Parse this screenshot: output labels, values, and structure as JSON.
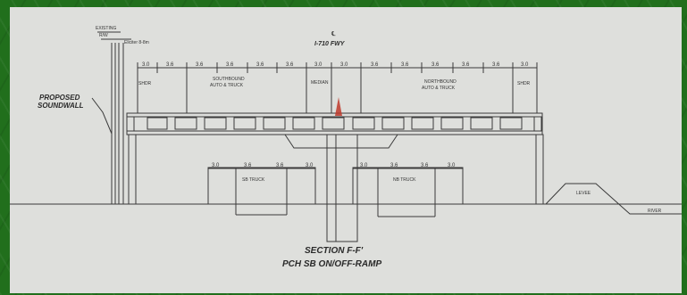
{
  "drawing": {
    "top_note_1": "EXISTING",
    "top_note_2": "R/W",
    "top_note_3": "Eliciter 8-8m",
    "centerline_symbol": "℄",
    "freeway_label": "I-710 FWY",
    "wall_label_1": "PROPOSED",
    "wall_label_2": "SOUNDWALL",
    "upper_dims": [
      "3.0",
      "3.6",
      "3.6",
      "3.6",
      "3.6",
      "3.6",
      "3.0",
      "3.0",
      "3.6",
      "3.6",
      "3.6",
      "3.6",
      "3.6",
      "3.0"
    ],
    "lane_labels": {
      "shoulder_left": "SHDR",
      "southbound_1": "SOUTHBOUND",
      "southbound_2": "AUTO & TRUCK",
      "median": "MEDIAN",
      "northbound_1": "NORTHBOUND",
      "northbound_2": "AUTO & TRUCK",
      "shoulder_right": "SHDR"
    },
    "lower_left_dims": [
      "3.0",
      "3.6",
      "3.6",
      "3.0"
    ],
    "lower_right_dims": [
      "3.0",
      "3.6",
      "3.6",
      "3.0"
    ],
    "sb_truck": "SB TRUCK",
    "nb_truck": "NB TRUCK",
    "levee": "LEVEE",
    "river": "RIVER",
    "section_title": "SECTION F-F'",
    "section_subtitle": "PCH SB ON/OFF-RAMP"
  },
  "colors": {
    "background_green": "#216f1c",
    "sheet": "#dedfdc",
    "ink": "#333333",
    "marker_red": "#c0392b"
  }
}
